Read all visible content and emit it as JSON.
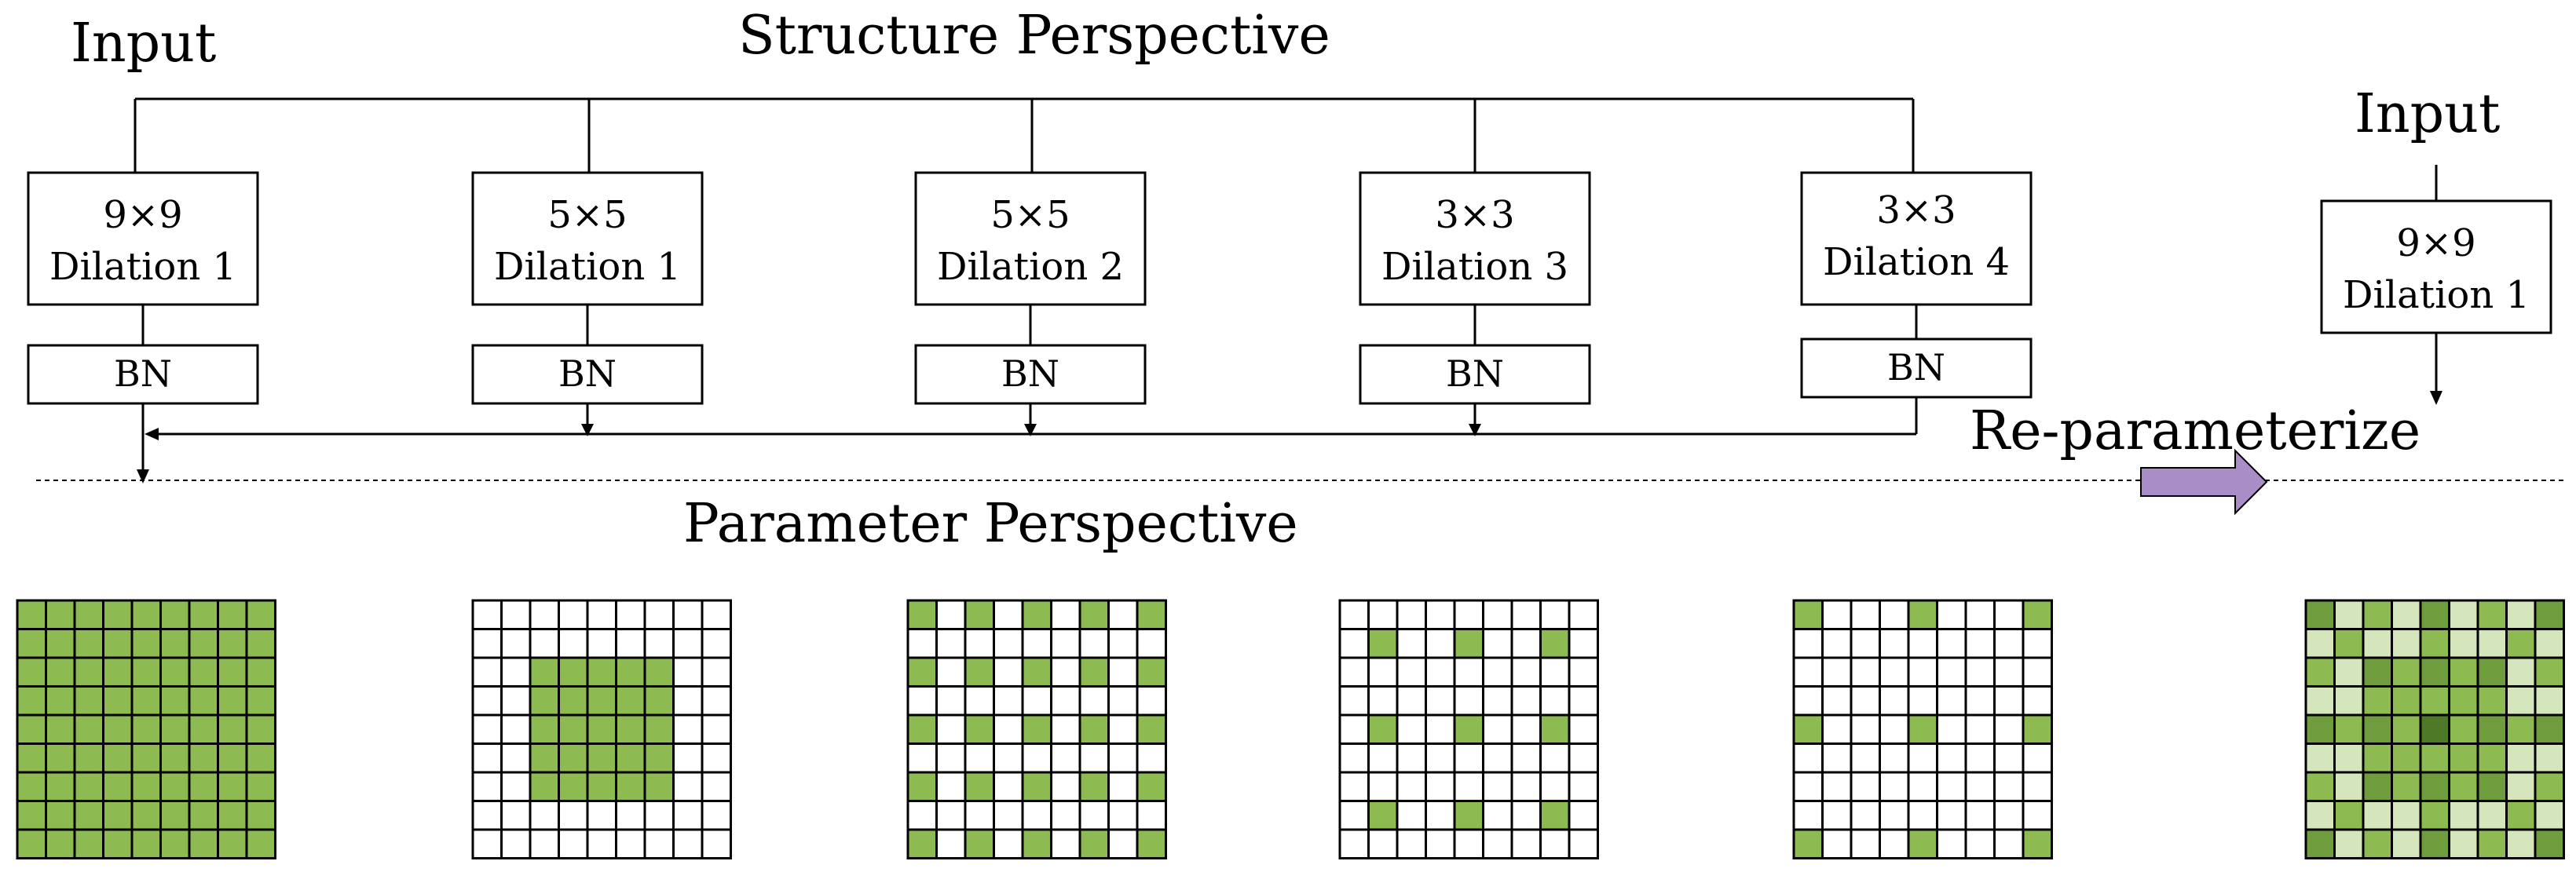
{
  "structure_title": "Structure Perspective",
  "parameter_title": "Parameter Perspective",
  "input_label_left": "Input",
  "input_label_right": "Input",
  "reparam_label": "Re-parameterize",
  "branches": [
    {
      "kernel": "9×9",
      "dilation": "Dilation 1",
      "bn": "BN"
    },
    {
      "kernel": "5×5",
      "dilation": "Dilation 1",
      "bn": "BN"
    },
    {
      "kernel": "5×5",
      "dilation": "Dilation 2",
      "bn": "BN"
    },
    {
      "kernel": "3×3",
      "dilation": "Dilation 3",
      "bn": "BN"
    },
    {
      "kernel": "3×3",
      "dilation": "Dilation 4",
      "bn": "BN"
    }
  ],
  "merged": {
    "kernel": "9×9",
    "dilation": "Dilation 1"
  },
  "grid_size": 9,
  "kernels": [
    {
      "name": "9x9-d1",
      "k": 9,
      "d": 1
    },
    {
      "name": "5x5-d1",
      "k": 5,
      "d": 1
    },
    {
      "name": "5x5-d2",
      "k": 5,
      "d": 2
    },
    {
      "name": "3x3-d3",
      "k": 3,
      "d": 3
    },
    {
      "name": "3x3-d4",
      "k": 3,
      "d": 4
    }
  ],
  "colors": {
    "active": "#8dbb52",
    "inactive": "#ffffff",
    "arrow": "#a98dc6",
    "merged_levels": [
      "#d5e6bd",
      "#8dbb52",
      "#6f9c3c",
      "#4e7a28"
    ]
  }
}
